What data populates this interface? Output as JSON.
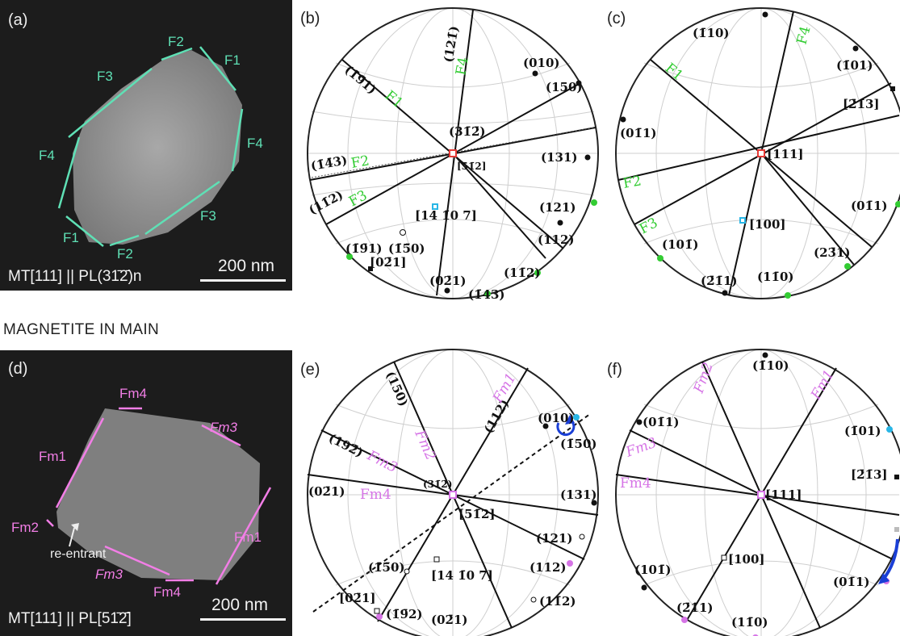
{
  "section_title": "MAGNETITE IN MAIN",
  "panels": {
    "a": {
      "label": "(a)",
      "caption": "MT[111] || PL(31̄2̄)n",
      "scale": "200 nm",
      "facets": [
        "F2",
        "F1",
        "F3",
        "F4",
        "F4",
        "F3",
        "F1",
        "F2"
      ]
    },
    "b": {
      "label": "(b)",
      "traces": [
        "(121̄)",
        "(1̄9̄1)",
        "(1̄4̄3)",
        "(11̄2)",
        "(150)",
        "(31̄2̄)"
      ],
      "facets": [
        "F1",
        "F2",
        "F3",
        "F4"
      ],
      "poles": [
        "(010)",
        "(150)",
        "(131)",
        "(121)",
        "(112)",
        "(11̄2)",
        "(1̄43)",
        "(02̄1)",
        "(1̄5̄0)",
        "(1̄9̄1)",
        "[02̄1]",
        "[14 1̄0 7]",
        "[51̄2]"
      ]
    },
    "c": {
      "label": "(c)",
      "facets": [
        "F1",
        "F2",
        "F3",
        "F4"
      ],
      "poles": [
        "(1̄10)",
        "(1̄01)",
        "(01̄1)",
        "[2̄1̄3]",
        "(01̄1)",
        "[111]",
        "[100]",
        "(101̄)",
        "(2̄1̄1)",
        "(11̄0)",
        "(23̄1)"
      ]
    },
    "d": {
      "label": "(d)",
      "caption": "MT[111] || PL[51̄2̄]",
      "scale": "200 nm",
      "annotation": "re-entrant",
      "facets": [
        "Fm4",
        "Fm3",
        "Fm1",
        "Fm2",
        "Fm1",
        "Fm3",
        "Fm4"
      ]
    },
    "e": {
      "label": "(e)",
      "traces": [
        "(150)",
        "(112)",
        "(192̄)",
        "(02̄1)",
        "(31̄2̄)"
      ],
      "facets": [
        "Fm1",
        "Fm2",
        "Fm3",
        "Fm4"
      ],
      "poles": [
        "(010)",
        "(1̄50)",
        "(131)",
        "(121)",
        "(112)",
        "(11̄2)",
        "(1̄5̄0)",
        "[02̄1]",
        "(1̄9̄2)",
        "(02̄1)",
        "[14 1̄0 7]",
        "[51̄2]"
      ]
    },
    "f": {
      "label": "(f)",
      "facets": [
        "Fm1",
        "Fm2",
        "Fm3",
        "Fm4"
      ],
      "poles": [
        "(1̄10)",
        "(01̄1)",
        "(1̄01)",
        "[2̄1̄3]",
        "[111]",
        "(101̄)",
        "[100]",
        "(2̄1̄1)",
        "(01̄1)",
        "(11̄0)"
      ]
    }
  },
  "colors": {
    "facet_green": "#5fe0b5",
    "label_green": "#33cc33",
    "magenta": "#d674e6",
    "cyan": "#29b6e6",
    "arrow_blue": "#1a3fd6"
  }
}
